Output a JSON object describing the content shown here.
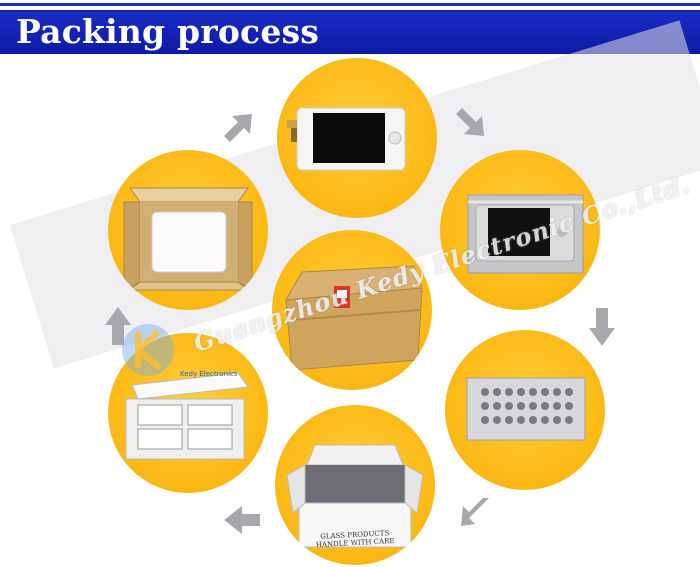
{
  "header": {
    "title": "Packing process"
  },
  "watermark": {
    "text": "Guangzhou Kedy Electronic Co.,Ltd.",
    "logo_caption": "Kedy Electronics"
  },
  "steps": [
    {
      "id": "lcd-screen",
      "icon": "lcd-screen-icon"
    },
    {
      "id": "antistatic-bag",
      "icon": "antistatic-bag-icon"
    },
    {
      "id": "bubble-wrap",
      "icon": "bubble-wrap-icon"
    },
    {
      "id": "labeled-box",
      "icon": "glass-products-box-icon",
      "box_label": "GLASS PRODUCTS HANDLE WITH CARE"
    },
    {
      "id": "foam-box",
      "icon": "foam-box-icon"
    },
    {
      "id": "open-carton",
      "icon": "open-carton-icon"
    },
    {
      "id": "sealed-carton",
      "icon": "sealed-carton-icon"
    }
  ],
  "colors": {
    "header": "#1b2cc4",
    "circle": "#fbb814",
    "arrow": "#a8a8ac"
  }
}
